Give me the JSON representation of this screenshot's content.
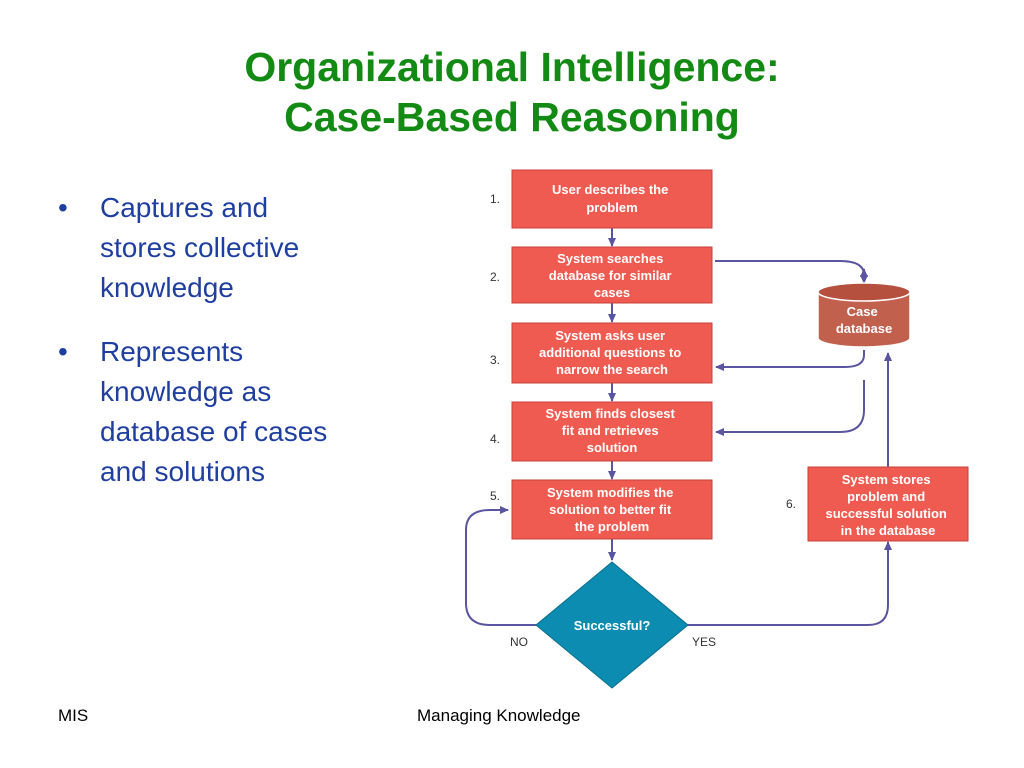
{
  "title": {
    "line1": "Organizational Intelligence:",
    "line2": "Case-Based Reasoning"
  },
  "bullets": [
    {
      "marker": "•",
      "lines": [
        "Captures and",
        "stores collective",
        "knowledge"
      ]
    },
    {
      "marker": "•",
      "lines": [
        "Represents",
        "knowledge as",
        "database of cases",
        "and solutions"
      ]
    }
  ],
  "diagram": {
    "steps": [
      {
        "number": "1.",
        "lines": [
          "User describes the",
          "problem"
        ]
      },
      {
        "number": "2.",
        "lines": [
          "System searches",
          "database for similar",
          "cases"
        ]
      },
      {
        "number": "3.",
        "lines": [
          "System asks user",
          "additional questions to",
          "narrow the search"
        ]
      },
      {
        "number": "4.",
        "lines": [
          "System finds closest",
          "fit and retrieves",
          "solution"
        ]
      },
      {
        "number": "5.",
        "lines": [
          "System modifies the",
          "solution to better fit",
          "the problem"
        ]
      },
      {
        "number": "6.",
        "lines": [
          "System stores",
          "problem and",
          "successful solution",
          "in the database"
        ]
      }
    ],
    "database": {
      "lines": [
        "Case",
        "database"
      ]
    },
    "decision": {
      "label": "Successful?"
    },
    "no_label": "NO",
    "yes_label": "YES"
  },
  "colors": {
    "title": "#138a13",
    "bullet_text": "#1f3fa0",
    "step_box": "#ef5b50",
    "database": "#c2604e",
    "decision": "#0c8cb0",
    "arrow": "#5a55a0"
  },
  "footer": {
    "left": "MIS",
    "center": "Managing Knowledge"
  }
}
